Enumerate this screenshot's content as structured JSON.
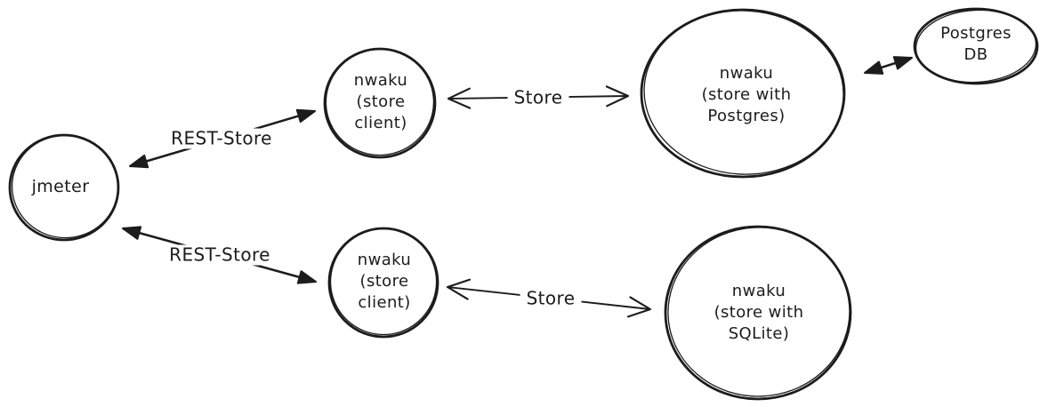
{
  "diagram": {
    "background_color": "#ffffff",
    "stroke_color": "#1c1c1c",
    "style": "hand-drawn sketch",
    "nodes": [
      {
        "id": "jmeter",
        "shape": "circle",
        "label": "jmeter"
      },
      {
        "id": "nwaku-store-client-top",
        "shape": "circle",
        "label": "nwaku\n(store\nclient)"
      },
      {
        "id": "nwaku-store-postgres",
        "shape": "ellipse",
        "label": "nwaku\n(store with\nPostgres)"
      },
      {
        "id": "postgres-db",
        "shape": "ellipse",
        "label": "Postgres\nDB"
      },
      {
        "id": "nwaku-store-client-bottom",
        "shape": "circle",
        "label": "nwaku\n(store\nclient)"
      },
      {
        "id": "nwaku-store-sqlite",
        "shape": "circle",
        "label": "nwaku\n(store with\nSQLite)"
      }
    ],
    "edges": [
      {
        "id": "rest-store-top",
        "from": "jmeter",
        "to": "nwaku-store-client-top",
        "label": "REST-Store",
        "arrow": "double-headed-filled"
      },
      {
        "id": "store-top",
        "from": "nwaku-store-client-top",
        "to": "nwaku-store-postgres",
        "label": "Store",
        "arrow": "double-headed-open"
      },
      {
        "id": "postgres-db-link",
        "from": "nwaku-store-postgres",
        "to": "postgres-db",
        "label": "",
        "arrow": "double-headed-filled"
      },
      {
        "id": "rest-store-bottom",
        "from": "jmeter",
        "to": "nwaku-store-client-bottom",
        "label": "REST-Store",
        "arrow": "double-headed-filled"
      },
      {
        "id": "store-bottom",
        "from": "nwaku-store-client-bottom",
        "to": "nwaku-store-sqlite",
        "label": "Store",
        "arrow": "double-headed-open"
      }
    ]
  }
}
